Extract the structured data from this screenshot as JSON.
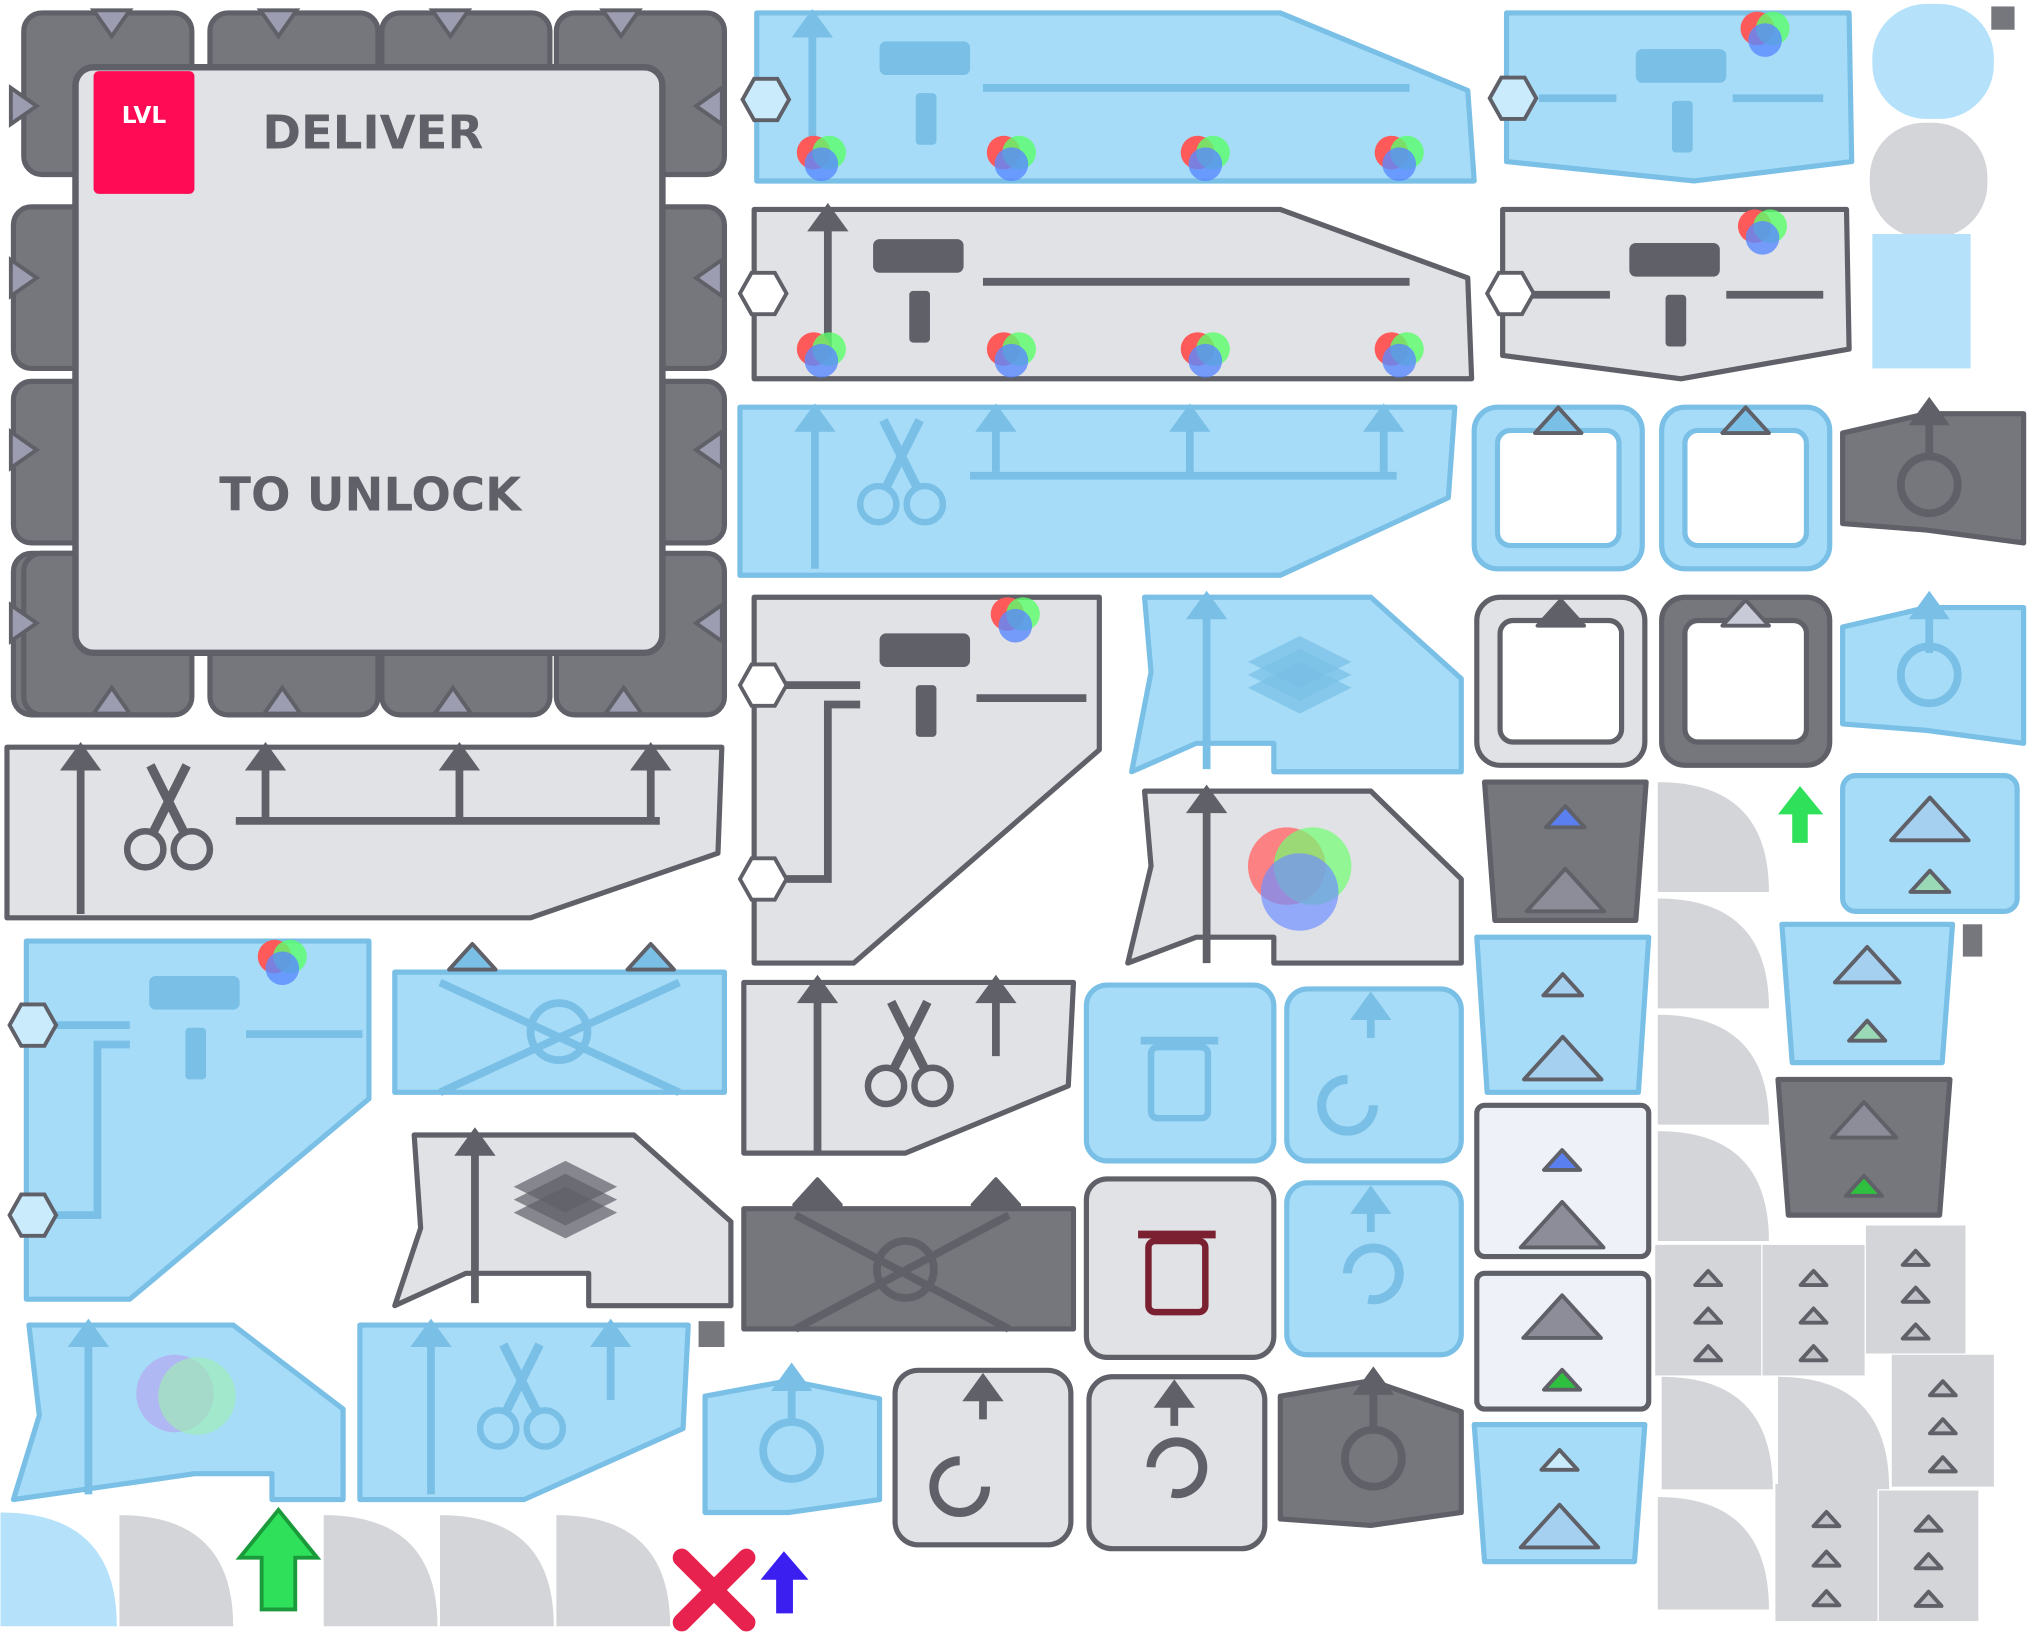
{
  "atlas": {
    "hub": {
      "badge": "LVL",
      "line1": "DELIVER",
      "line2": "TO UNLOCK"
    }
  },
  "colors": {
    "blue_fill": "#a6dcf8",
    "blue_stroke": "#79bfe6",
    "gray_fill": "#e1e2e6",
    "gray_stroke": "#5f6068",
    "dark_fill": "#76777d",
    "badge_red": "#ff0a54",
    "arrow_green": "#2fe05a",
    "arrow_blue": "#3a1ff0",
    "cross_red": "#e8224e"
  }
}
